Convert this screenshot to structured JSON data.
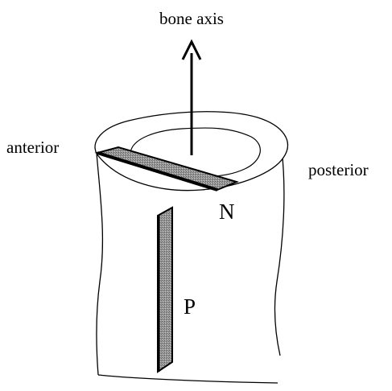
{
  "labels": {
    "axis": "bone axis",
    "anterior": "anterior",
    "posterior": "posterior",
    "n": "N",
    "p": "P"
  },
  "colors": {
    "outline": "#000000",
    "background": "#ffffff",
    "strip_fill": "#8a8a8a"
  }
}
